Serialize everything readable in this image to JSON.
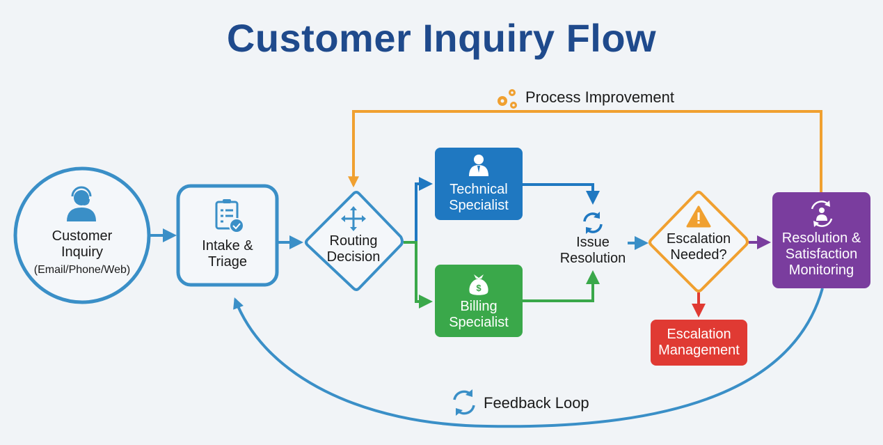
{
  "title": "Customer Inquiry Flow",
  "colors": {
    "title": "#1f4a8c",
    "primary_blue": "#3a8fc7",
    "technical": "#1f78c1",
    "billing": "#3aa84a",
    "escalation_decision": "#f0a030",
    "escalation_mgmt": "#e03a33",
    "resolution": "#7a3d9e",
    "process_improvement": "#f0a030",
    "feedback_loop": "#3a8fc7"
  },
  "nodes": {
    "customer_inquiry": {
      "shape": "circle",
      "icon": "headset-user-icon",
      "line1": "Customer",
      "line2": "Inquiry",
      "sub": "(Email/Phone/Web)"
    },
    "intake_triage": {
      "shape": "rounded-rect",
      "icon": "clipboard-check-icon",
      "line1": "Intake &",
      "line2": "Triage"
    },
    "routing_decision": {
      "shape": "diamond",
      "icon": "move-arrows-icon",
      "line1": "Routing",
      "line2": "Decision"
    },
    "technical_specialist": {
      "shape": "rounded-rect",
      "icon": "businessman-icon",
      "line1": "Technical",
      "line2": "Specialist"
    },
    "billing_specialist": {
      "shape": "rounded-rect",
      "icon": "money-bag-icon",
      "line1": "Billing",
      "line2": "Specialist"
    },
    "issue_resolution": {
      "shape": "label",
      "icon": "refresh-icon",
      "line1": "Issue",
      "line2": "Resolution"
    },
    "escalation_needed": {
      "shape": "diamond",
      "icon": "warning-icon",
      "line1": "Escalation",
      "line2": "Needed?"
    },
    "escalation_management": {
      "shape": "rounded-rect",
      "line1": "Escalation",
      "line2": "Management"
    },
    "resolution_monitoring": {
      "shape": "rounded-rect",
      "icon": "user-cycle-icon",
      "line1": "Resolution &",
      "line2": "Satisfaction",
      "line3": "Monitoring"
    }
  },
  "loops": {
    "process_improvement": {
      "label": "Process Improvement",
      "icon": "gears-icon"
    },
    "feedback_loop": {
      "label": "Feedback Loop",
      "icon": "refresh-icon"
    }
  },
  "edges": [
    {
      "from": "customer_inquiry",
      "to": "intake_triage"
    },
    {
      "from": "intake_triage",
      "to": "routing_decision"
    },
    {
      "from": "routing_decision",
      "to": "technical_specialist"
    },
    {
      "from": "routing_decision",
      "to": "billing_specialist"
    },
    {
      "from": "technical_specialist",
      "to": "issue_resolution"
    },
    {
      "from": "billing_specialist",
      "to": "issue_resolution"
    },
    {
      "from": "issue_resolution",
      "to": "escalation_needed"
    },
    {
      "from": "escalation_needed",
      "to": "resolution_monitoring"
    },
    {
      "from": "escalation_needed",
      "to": "escalation_management"
    },
    {
      "from": "resolution_monitoring",
      "to": "routing_decision",
      "label": "Process Improvement"
    },
    {
      "from": "resolution_monitoring",
      "to": "intake_triage",
      "label": "Feedback Loop"
    }
  ]
}
